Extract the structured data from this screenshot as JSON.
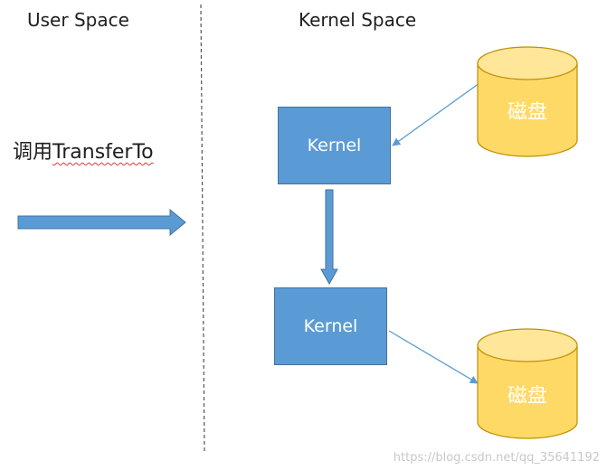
{
  "labels": {
    "user_space": "User Space",
    "kernel_space": "Kernel Space",
    "call_prefix": "调用",
    "call_method": "TransferTo"
  },
  "boxes": {
    "kernel_1": "Kernel",
    "kernel_2": "Kernel"
  },
  "disks": {
    "disk_1": "磁盘",
    "disk_2": "磁盘"
  },
  "watermark": "https://blog.csdn.net/qq_35641192",
  "colors": {
    "box_fill": "#5b9bd5",
    "box_border": "#41719c",
    "disk_fill": "#ffd966",
    "disk_border": "#bf9000",
    "arrow_blue": "#5b9bd5"
  }
}
